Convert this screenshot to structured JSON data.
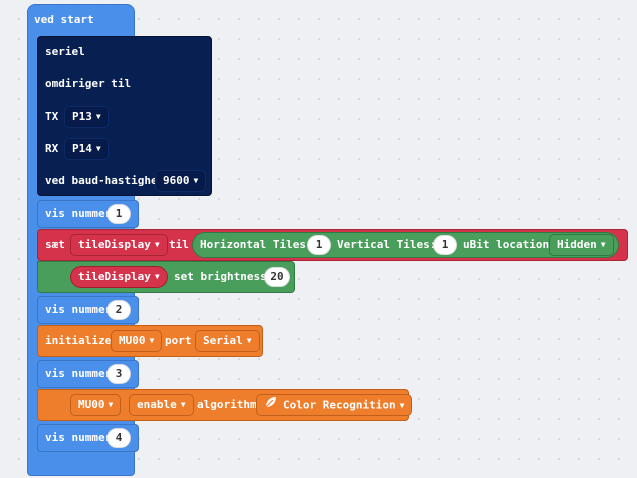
{
  "colors": {
    "basic": "#4a8fea",
    "serial": "#081f52",
    "variables": "#d5334b",
    "plugin_green": "#4a9e5c",
    "plugin_orange": "#ee7d2c"
  },
  "on_start": {
    "label": "ved start"
  },
  "serial": {
    "label": "seriel",
    "redirect_label": "omdiriger til",
    "tx_label": "TX",
    "tx_pin": "P13",
    "rx_label": "RX",
    "rx_pin": "P14",
    "baud_label": "ved baud-hastighed",
    "baud_value": "9600"
  },
  "show_number_label": "vis nummer",
  "show_numbers": [
    "1",
    "2",
    "3",
    "4"
  ],
  "set_block": {
    "set_label": "sæt",
    "variable": "tileDisplay",
    "to_label": "til",
    "horizontal_label": "Horizontal Tiles:",
    "horizontal_value": "1",
    "vertical_label": "Vertical Tiles:",
    "vertical_value": "1",
    "ubit_label": "uBit location:",
    "ubit_value": "Hidden"
  },
  "brightness_block": {
    "variable": "tileDisplay",
    "label": "set brightness",
    "value": "20"
  },
  "initialize_block": {
    "label": "initialize",
    "device": "MU00",
    "port_label": "port",
    "port_value": "Serial"
  },
  "enable_block": {
    "device": "MU00",
    "action": "enable",
    "algorithm_label": "algorithm",
    "algorithm_value": "Color Recognition",
    "algorithm_icon": "leaf-icon"
  }
}
